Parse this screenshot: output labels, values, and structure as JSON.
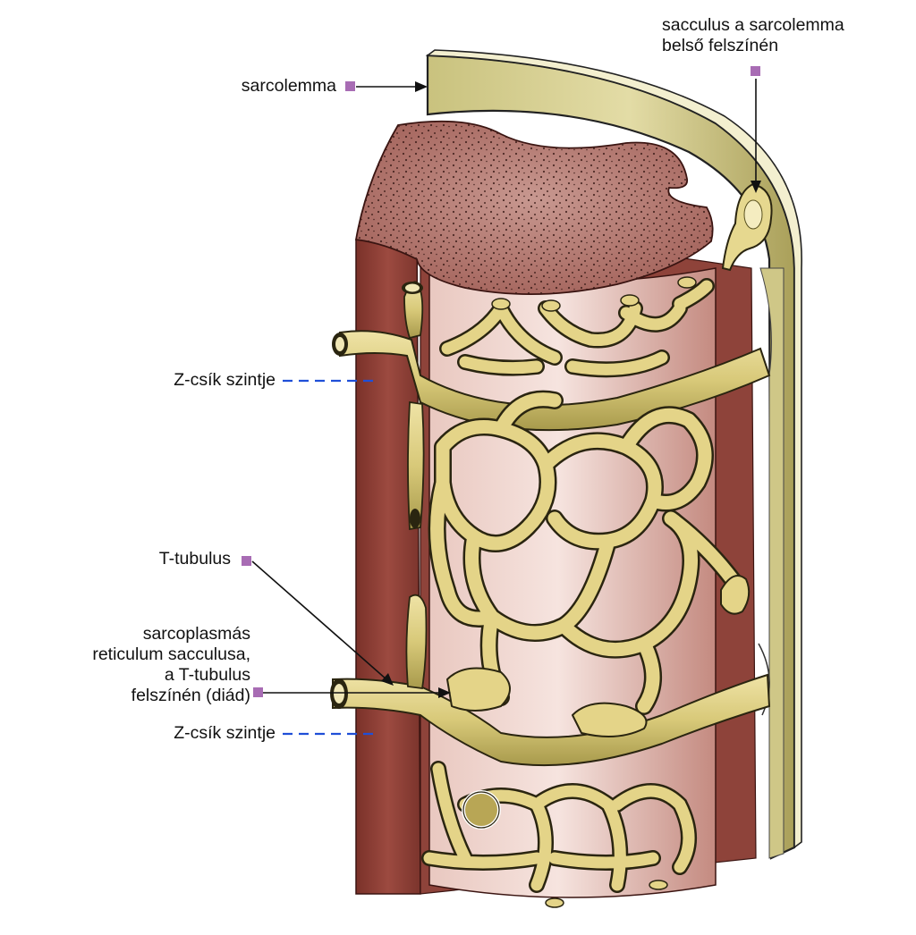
{
  "figure": {
    "labels": {
      "sarcolemma": "sarcolemma",
      "sacculus_line1": "sacculus a sarcolemma",
      "sacculus_line2": "belső felszínén",
      "z_disc_top": "Z-csík szintje",
      "t_tubule": "T-tubulus",
      "sr_line1": "sarcoplasmás",
      "sr_line2": "reticulum sacculusa,",
      "sr_line3": "a T-tubulus",
      "sr_line4": "felszínén (diád)",
      "z_disc_bottom": "Z-csík szintje"
    },
    "colors": {
      "marker": "#a86cb4",
      "dashed_line": "#1f4fd8",
      "membrane": "#d7d19a",
      "membrane_shade": "#b9b06a",
      "fiber_dark": "#8c3e35",
      "fiber_light": "#f1d6cf",
      "cross_section": "#b87a72",
      "reticulum": "#e4d488",
      "reticulum_edge": "#6b6430"
    }
  }
}
